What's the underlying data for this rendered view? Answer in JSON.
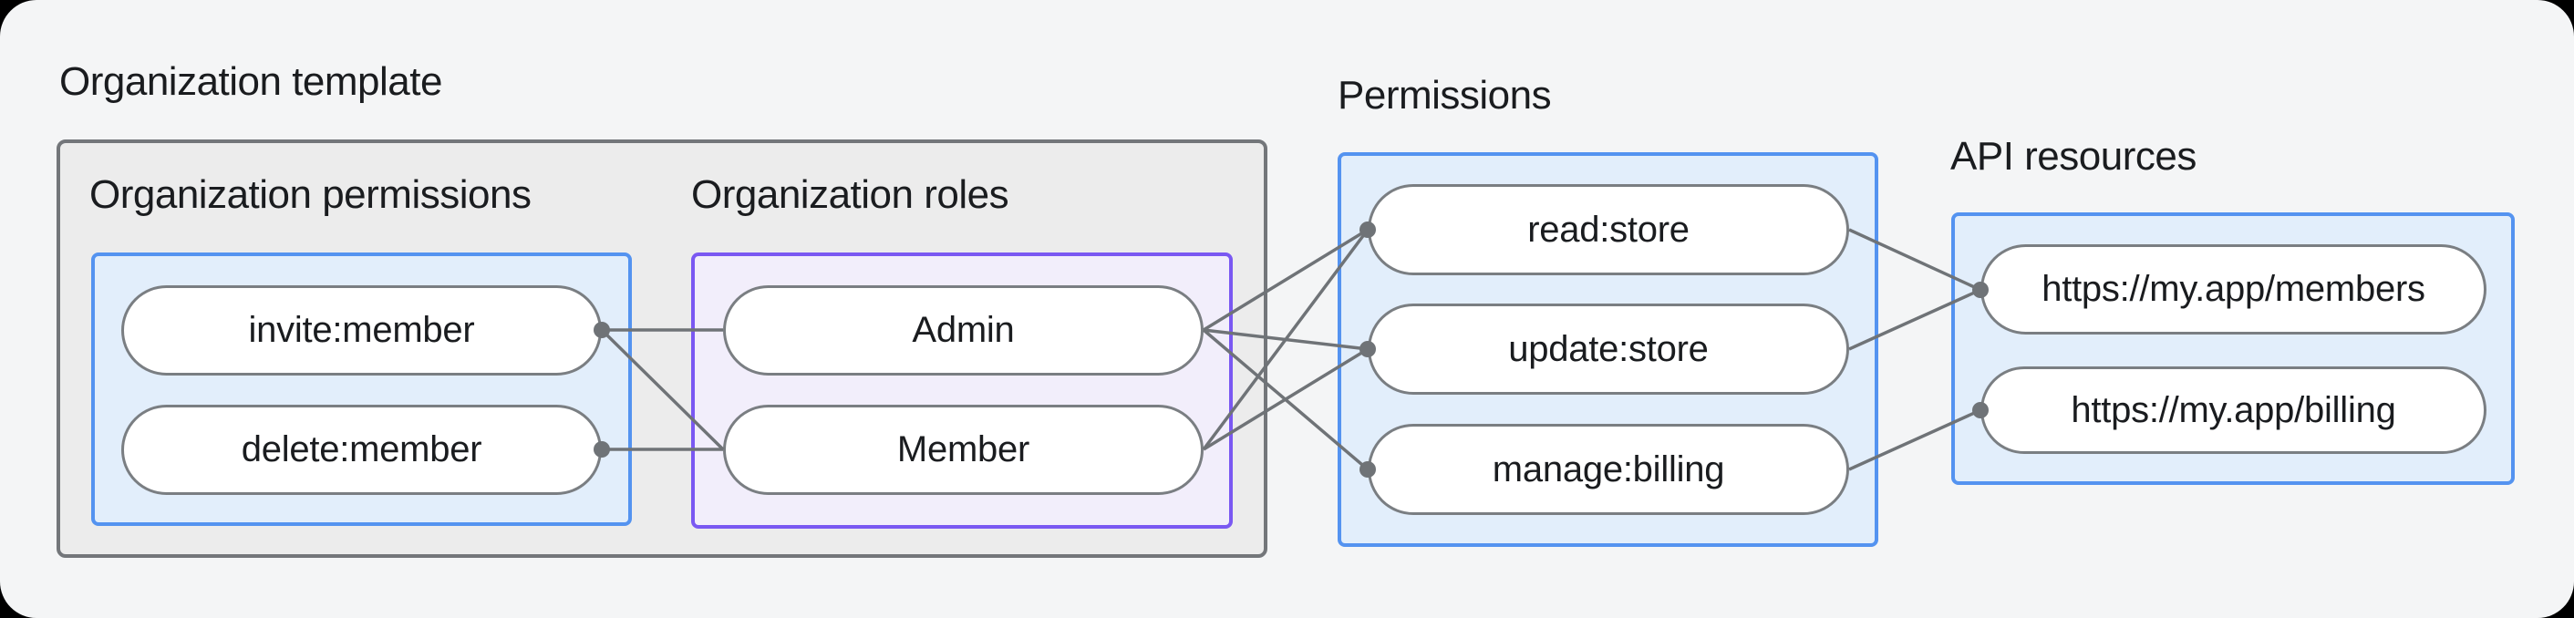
{
  "colors": {
    "outer_background": "#000000",
    "canvas_background": "#f4f5f6",
    "template_box_background": "#ececec",
    "template_box_border": "#73767a",
    "blue_box_background": "#e2eefb",
    "blue_box_border": "#5493f0",
    "purple_box_background": "#f2eefb",
    "purple_box_border": "#7a58f2",
    "node_background": "#ffffff",
    "node_border": "#7a7e82",
    "edge_color": "#6f7377",
    "text_color": "#1a1c1f"
  },
  "diagram": {
    "template_label": "Organization template",
    "sections": {
      "org_permissions": {
        "label": "Organization permissions",
        "nodes": [
          "invite:member",
          "delete:member"
        ]
      },
      "org_roles": {
        "label": "Organization roles",
        "nodes": [
          "Admin",
          "Member"
        ]
      },
      "permissions": {
        "label": "Permissions",
        "nodes": [
          "read:store",
          "update:store",
          "manage:billing"
        ]
      },
      "api_resources": {
        "label": "API resources",
        "nodes": [
          "https://my.app/members",
          "https://my.app/billing"
        ]
      }
    },
    "edges": [
      {
        "from": "invite:member",
        "to": "Admin"
      },
      {
        "from": "invite:member",
        "to": "Member"
      },
      {
        "from": "delete:member",
        "to": "Member"
      },
      {
        "from": "Admin",
        "to": "read:store"
      },
      {
        "from": "Admin",
        "to": "update:store"
      },
      {
        "from": "Admin",
        "to": "manage:billing"
      },
      {
        "from": "Member",
        "to": "read:store"
      },
      {
        "from": "Member",
        "to": "update:store"
      },
      {
        "from": "read:store",
        "to": "https://my.app/members"
      },
      {
        "from": "update:store",
        "to": "https://my.app/members"
      },
      {
        "from": "manage:billing",
        "to": "https://my.app/billing"
      }
    ]
  }
}
